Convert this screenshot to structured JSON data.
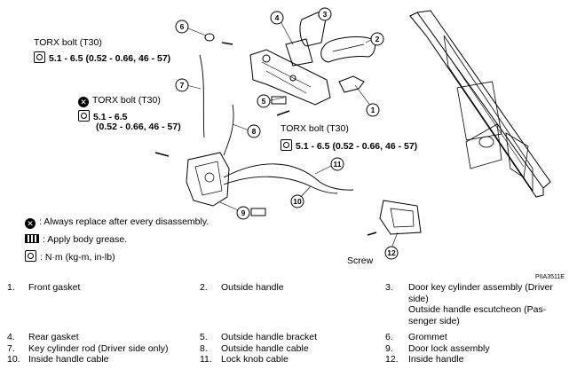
{
  "callouts": [
    "1",
    "2",
    "3",
    "4",
    "5",
    "6",
    "7",
    "8",
    "9",
    "10",
    "11",
    "12"
  ],
  "labels": {
    "torx_left": "TORX bolt (T30)",
    "torque_left": "5.1 - 6.5 (0.52 - 0.66, 46 - 57)",
    "torx_mid": "TORX bolt (T30)",
    "torque_mid_1": "5.1 - 6.5",
    "torque_mid_2": "(0.52 - 0.66, 46 - 57)",
    "torx_right": "TORX bolt (T30)",
    "torque_right": "5.1 - 6.5 (0.52 - 0.66, 46 - 57)",
    "screw": "Screw",
    "figure_code": "PIIA3511E"
  },
  "legend": {
    "replace": ": Always replace after every disassembly.",
    "grease": ": Apply body grease.",
    "torque_unit": ": N·m (kg-m, in-lb)"
  },
  "parts": [
    {
      "num": "1.",
      "name": "Front gasket"
    },
    {
      "num": "2.",
      "name": "Outside handle"
    },
    {
      "num": "3.",
      "name": "Door key cylinder assembly (Driver side)\nOutside handle escutcheon (Pas-senger side)"
    },
    {
      "num": "4.",
      "name": "Rear gasket"
    },
    {
      "num": "5.",
      "name": "Outside handle bracket"
    },
    {
      "num": "6.",
      "name": "Grommet"
    },
    {
      "num": "7.",
      "name": "Key cylinder rod (Driver side only)"
    },
    {
      "num": "8.",
      "name": "Outside handle cable"
    },
    {
      "num": "9.",
      "name": "Door lock assembly"
    },
    {
      "num": "10.",
      "name": "Inside handle cable"
    },
    {
      "num": "11.",
      "name": "Lock knob cable"
    },
    {
      "num": "12.",
      "name": "Inside handle"
    }
  ]
}
